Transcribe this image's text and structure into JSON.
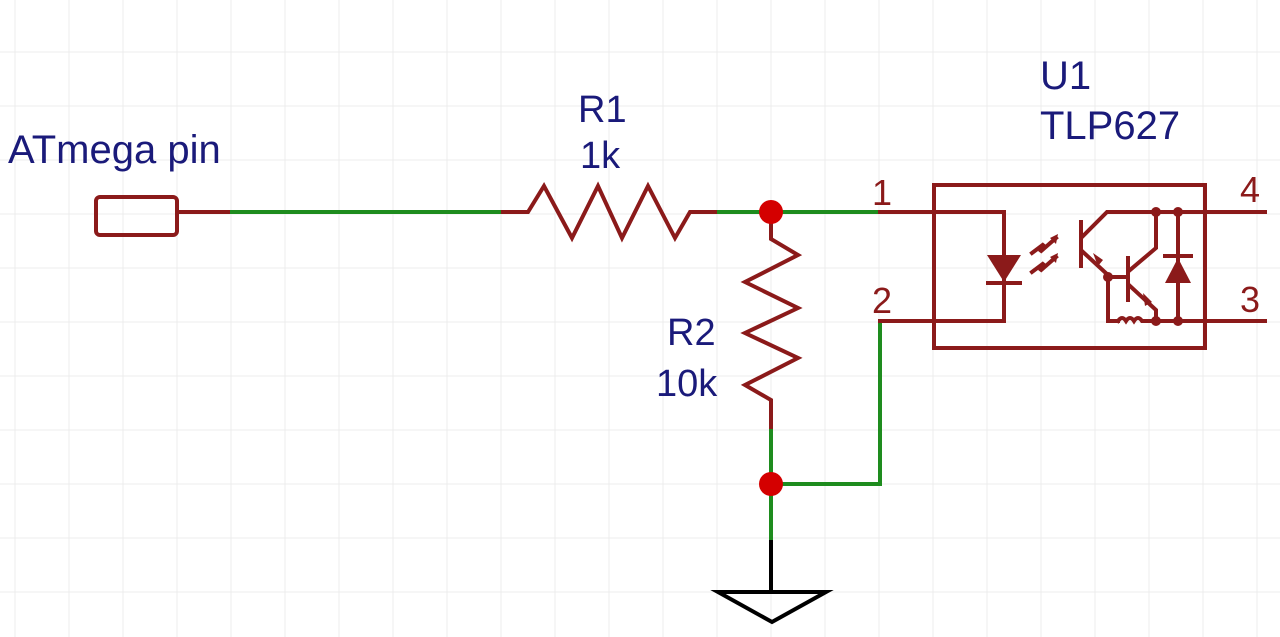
{
  "schematic": {
    "title": "ATmega pin to TLP627 optocoupler input circuit",
    "colors": {
      "background": "#ffffff",
      "grid": "#ececec",
      "wire": "#1e8c1e",
      "symbol": "#8b1a1a",
      "junction": "#d40000",
      "label": "#1a1a7a",
      "ground": "#000000"
    },
    "port": {
      "label": "ATmega pin"
    },
    "r1": {
      "ref": "R1",
      "value": "1k"
    },
    "r2": {
      "ref": "R2",
      "value": "10k"
    },
    "u1": {
      "ref": "U1",
      "value": "TLP627",
      "pins": {
        "p1": "1",
        "p2": "2",
        "p3": "3",
        "p4": "4"
      }
    },
    "ground": {
      "symbol": "GND"
    }
  }
}
